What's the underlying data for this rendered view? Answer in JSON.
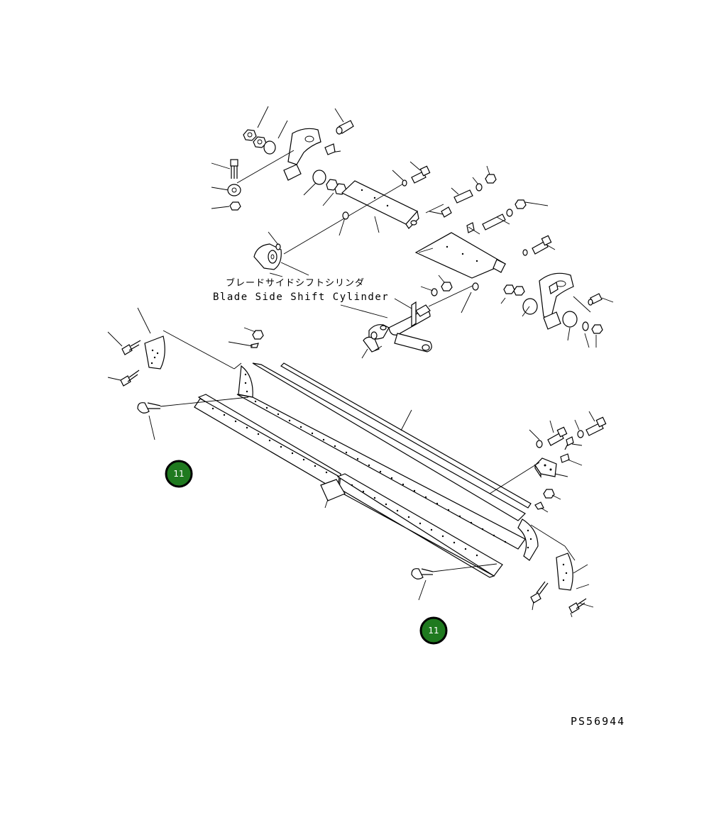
{
  "diagram": {
    "label_jp": "ブレードサイドシフトシリンダ",
    "label_en": "Blade Side Shift Cylinder",
    "figure_code": "PS56944",
    "callouts": [
      "11",
      "11"
    ],
    "callout_color": "#1f7a1f"
  }
}
